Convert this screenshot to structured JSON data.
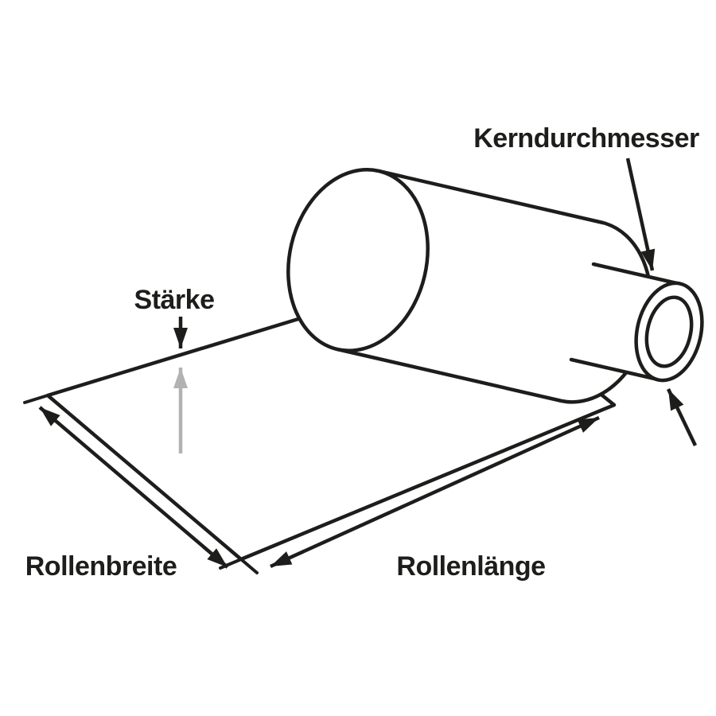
{
  "colors": {
    "background": "#ffffff",
    "line": "#1d1d1b",
    "gray_arrow": "#b2b2b2",
    "text": "#1d1d1b"
  },
  "labels": {
    "kerndurchmesser": "Kerndurchmesser",
    "staerke": "Stärke",
    "rollenbreite": "Rollenbreite",
    "rollenlaenge": "Rollenlänge"
  }
}
